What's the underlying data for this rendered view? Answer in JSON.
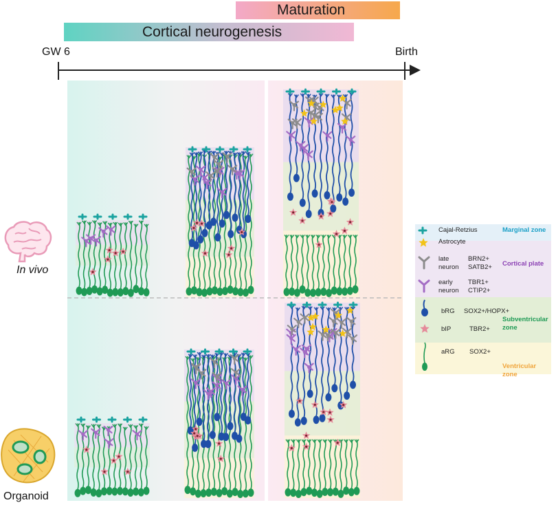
{
  "phases": {
    "maturation": "Maturation",
    "neurogenesis": "Cortical neurogenesis"
  },
  "timeline": {
    "start": "GW 6",
    "end": "Birth"
  },
  "rows": {
    "in_vivo": "In vivo",
    "organoid": "Organoid"
  },
  "legend": {
    "cajal": "Cajal-Retzius",
    "astrocyte": "Astrocyte",
    "late_neuron_1": "late",
    "late_neuron_2": "neuron",
    "late_markers_1": "BRN2+",
    "late_markers_2": "SATB2+",
    "early_neuron_1": "early",
    "early_neuron_2": "neuron",
    "early_markers_1": "TBR1+",
    "early_markers_2": "CTIP2+",
    "brg": "bRG",
    "brg_markers": "SOX2+/HOPX+",
    "bip": "bIP",
    "bip_markers": "TBR2+",
    "arg": "aRG",
    "arg_markers": "SOX2+",
    "zones": {
      "marginal": "Marginal zone",
      "cortical_plate": "Cortical plate",
      "svz": "Subventricular zone",
      "vz": "Ventricular zone"
    }
  },
  "colors": {
    "maturation_start": "#f3a9c8",
    "maturation_end": "#f6a84c",
    "neurogenesis_start": "#5fd3c2",
    "neurogenesis_end": "#f1b8d4",
    "arg": "#1f9a55",
    "brg": "#1f4fa8",
    "bip": "#e58a9a",
    "early_neuron": "#a36cc4",
    "late_neuron": "#8c8c8c",
    "cajal": "#1aa3a0",
    "astrocyte": "#f2c318",
    "marginal_zone_text": "#1aa0c7",
    "cortical_plate_text": "#8a3fb3",
    "svz_text": "#1f9a55",
    "vz_text": "#f0a43a"
  }
}
